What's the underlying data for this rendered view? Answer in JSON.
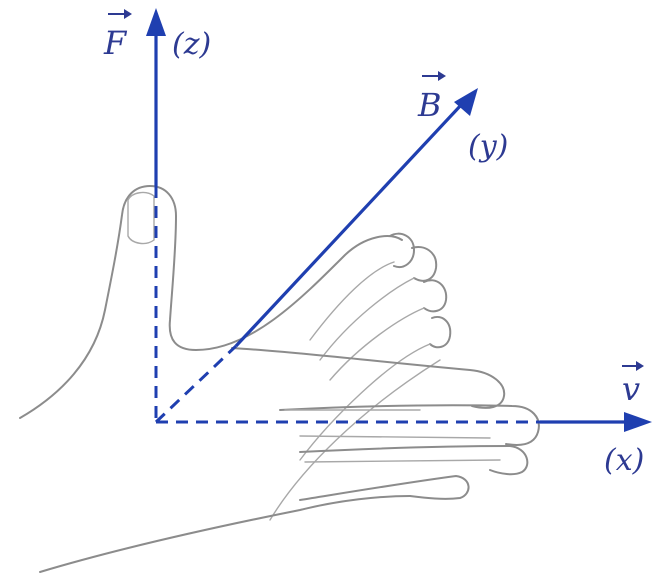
{
  "vectors": {
    "force": {
      "symbol": "F",
      "axis": "(z)"
    },
    "field": {
      "symbol": "B",
      "axis": "(y)"
    },
    "velocity": {
      "symbol": "v",
      "axis": "(x)"
    }
  },
  "colors": {
    "axis": "#1f3fb0",
    "text": "#2d3a92",
    "hand_outline": "#8c8c8c"
  }
}
